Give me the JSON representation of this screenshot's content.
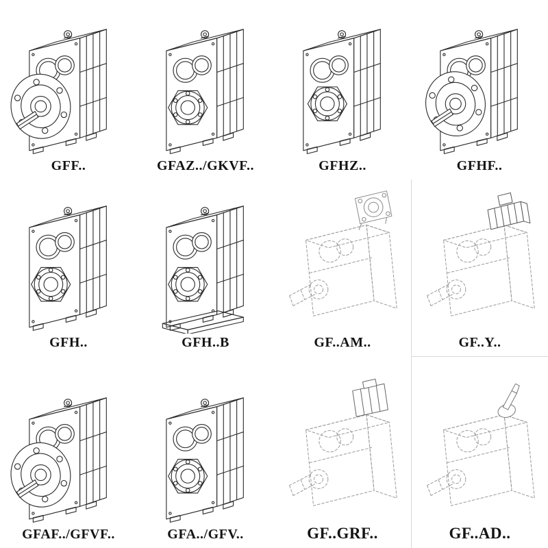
{
  "page": {
    "background": "#ffffff",
    "line_color": "#2b2b2b",
    "phantom_line_color": "#9b9b9b"
  },
  "catalog": {
    "cells": [
      {
        "label": "GFF..",
        "drawing": "flange-mounted-helical-gearbox"
      },
      {
        "label": "GFAZ../GKVF..",
        "drawing": "shaft-mounted-helical-gearbox"
      },
      {
        "label": "GFHZ..",
        "drawing": "hollow-shaft-helical-gearbox"
      },
      {
        "label": "GFHF..",
        "drawing": "flange-mounted-helical-gearbox"
      },
      {
        "label": "GFH..",
        "drawing": "hollow-shaft-helical-gearbox"
      },
      {
        "label": "GFH..B",
        "drawing": "hollow-shaft-helical-gearbox-with-base"
      },
      {
        "label": "GF..AM..",
        "drawing": "gearbox-with-iec-adapter-flange-phantom"
      },
      {
        "label": "GF..Y..",
        "drawing": "gearmotor-with-mounted-motor-phantom"
      },
      {
        "label": "GFAF../GFVF..",
        "drawing": "flange-mounted-helical-gearbox"
      },
      {
        "label": "GFA../GFV..",
        "drawing": "shaft-mounted-helical-gearbox"
      },
      {
        "label": "GF..GRF..",
        "drawing": "gearbox-with-adapter-housing-phantom"
      },
      {
        "label": "GF..AD..",
        "drawing": "gearbox-with-input-shaft-adapter-phantom"
      }
    ]
  }
}
